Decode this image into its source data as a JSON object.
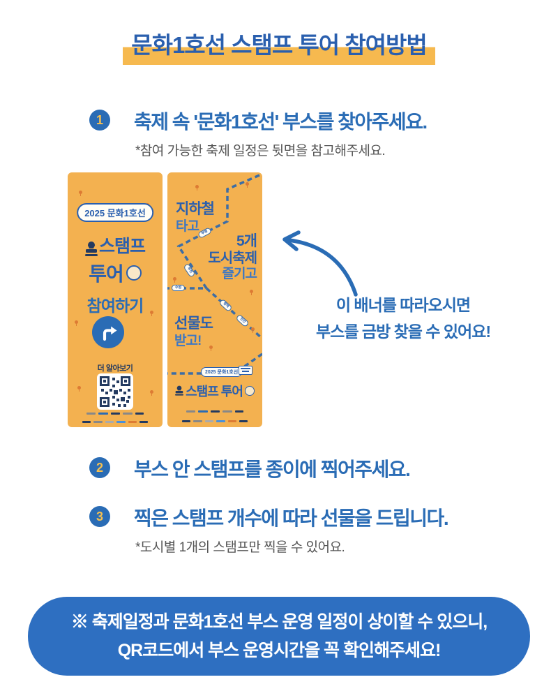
{
  "title": "문화1호선 스탬프 투어 참여방법",
  "steps": [
    {
      "number": "1",
      "heading": "축제 속 '문화1호선' 부스를 찾아주세요.",
      "note": "*참여 가능한 축제 일정은 뒷면을 참고해주세요."
    },
    {
      "number": "2",
      "heading": "부스 안 스탬프를 종이에 찍어주세요.",
      "note": ""
    },
    {
      "number": "3",
      "heading": "찍은 스탬프 개수에 따라 선물을 드립니다.",
      "note": "*도시별 1개의 스탬프만 찍을 수 있어요."
    }
  ],
  "banner_left": {
    "year_badge": "2025 문화1호선",
    "logo_line1": "스탬프",
    "logo_line2": "투어",
    "cta": "참여하기",
    "qr_label": "더 알아보기"
  },
  "banner_right": {
    "phrase_subway": "지하철",
    "phrase_ride": "타고",
    "phrase_five": "5개",
    "phrase_city_festival": "도시축제",
    "phrase_enjoy": "즐기고",
    "phrase_gift": "선물도",
    "phrase_receive": "받고!",
    "stations": [
      "부평",
      "부천",
      "수원",
      "평택",
      "천안"
    ],
    "year_badge": "2025 문화1호선",
    "logo": "스탬프 투어"
  },
  "callout": {
    "line1": "이 배너를 따라오시면",
    "line2": "부스를 금방 찾을 수 있어요!"
  },
  "footer_notice": {
    "line1": "※ 축제일정과 문화1호선 부스 운영 일정이 상이할 수 있으니,",
    "line2": "QR코드에서 부스 운영시간을 꼭 확인해주세요!"
  },
  "colors": {
    "accent_blue": "#2a6cb5",
    "title_blue": "#2a5fae",
    "highlight_yellow": "#f6b94f",
    "banner_orange": "#f3b150",
    "navy": "#233a60",
    "route_blue": "#3c6da5",
    "notice_blue": "#2e6fc1",
    "note_gray": "#555555"
  }
}
